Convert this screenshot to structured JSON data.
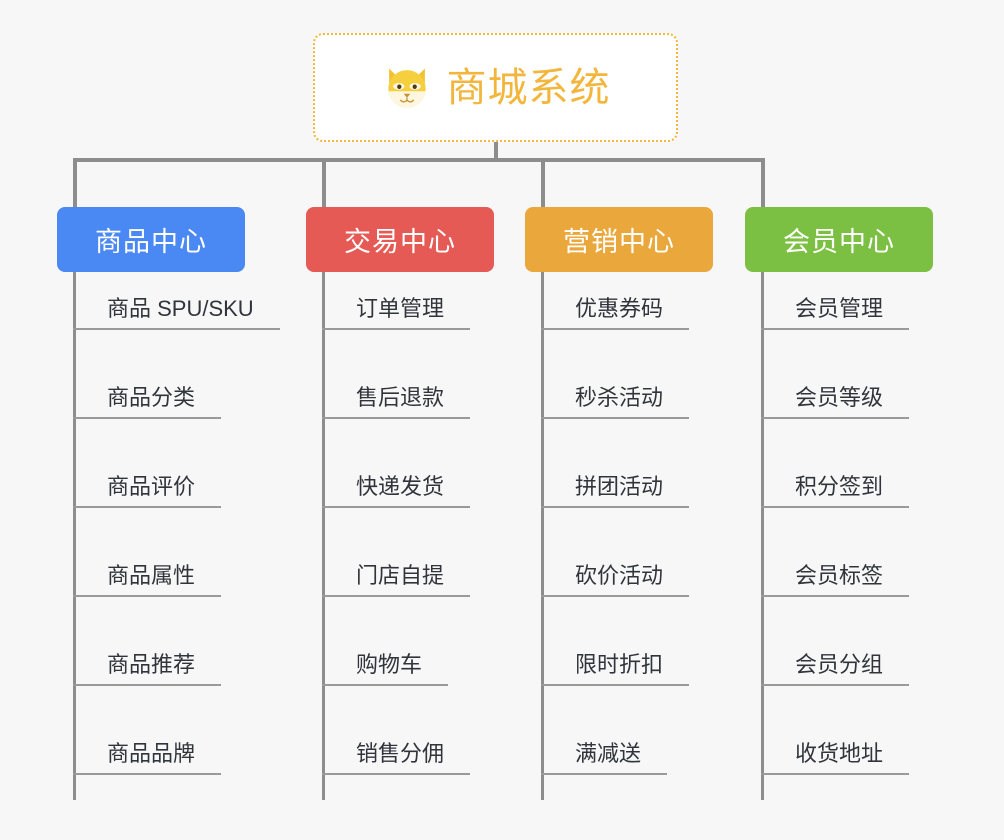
{
  "diagram": {
    "title": "商城系统",
    "root": {
      "label": "商城系统",
      "icon": "dog-face-icon",
      "border_color": "#f2b63c",
      "text_color": "#f2b63c",
      "background": "#ffffff"
    },
    "background_color": "#f7f7f7",
    "connector_color": "#8d8d8d",
    "columns": [
      {
        "label": "商品中心",
        "color": "#4a89f3",
        "items": [
          "商品 SPU/SKU",
          "商品分类",
          "商品评价",
          "商品属性",
          "商品推荐",
          "商品品牌"
        ]
      },
      {
        "label": "交易中心",
        "color": "#e55a54",
        "items": [
          "订单管理",
          "售后退款",
          "快递发货",
          "门店自提",
          "购物车",
          "销售分佣"
        ]
      },
      {
        "label": "营销中心",
        "color": "#eaa73c",
        "items": [
          "优惠券码",
          "秒杀活动",
          "拼团活动",
          "砍价活动",
          "限时折扣",
          "满减送"
        ]
      },
      {
        "label": "会员中心",
        "color": "#7cc043",
        "items": [
          "会员管理",
          "会员等级",
          "积分签到",
          "会员标签",
          "会员分组",
          "收货地址"
        ]
      }
    ]
  }
}
